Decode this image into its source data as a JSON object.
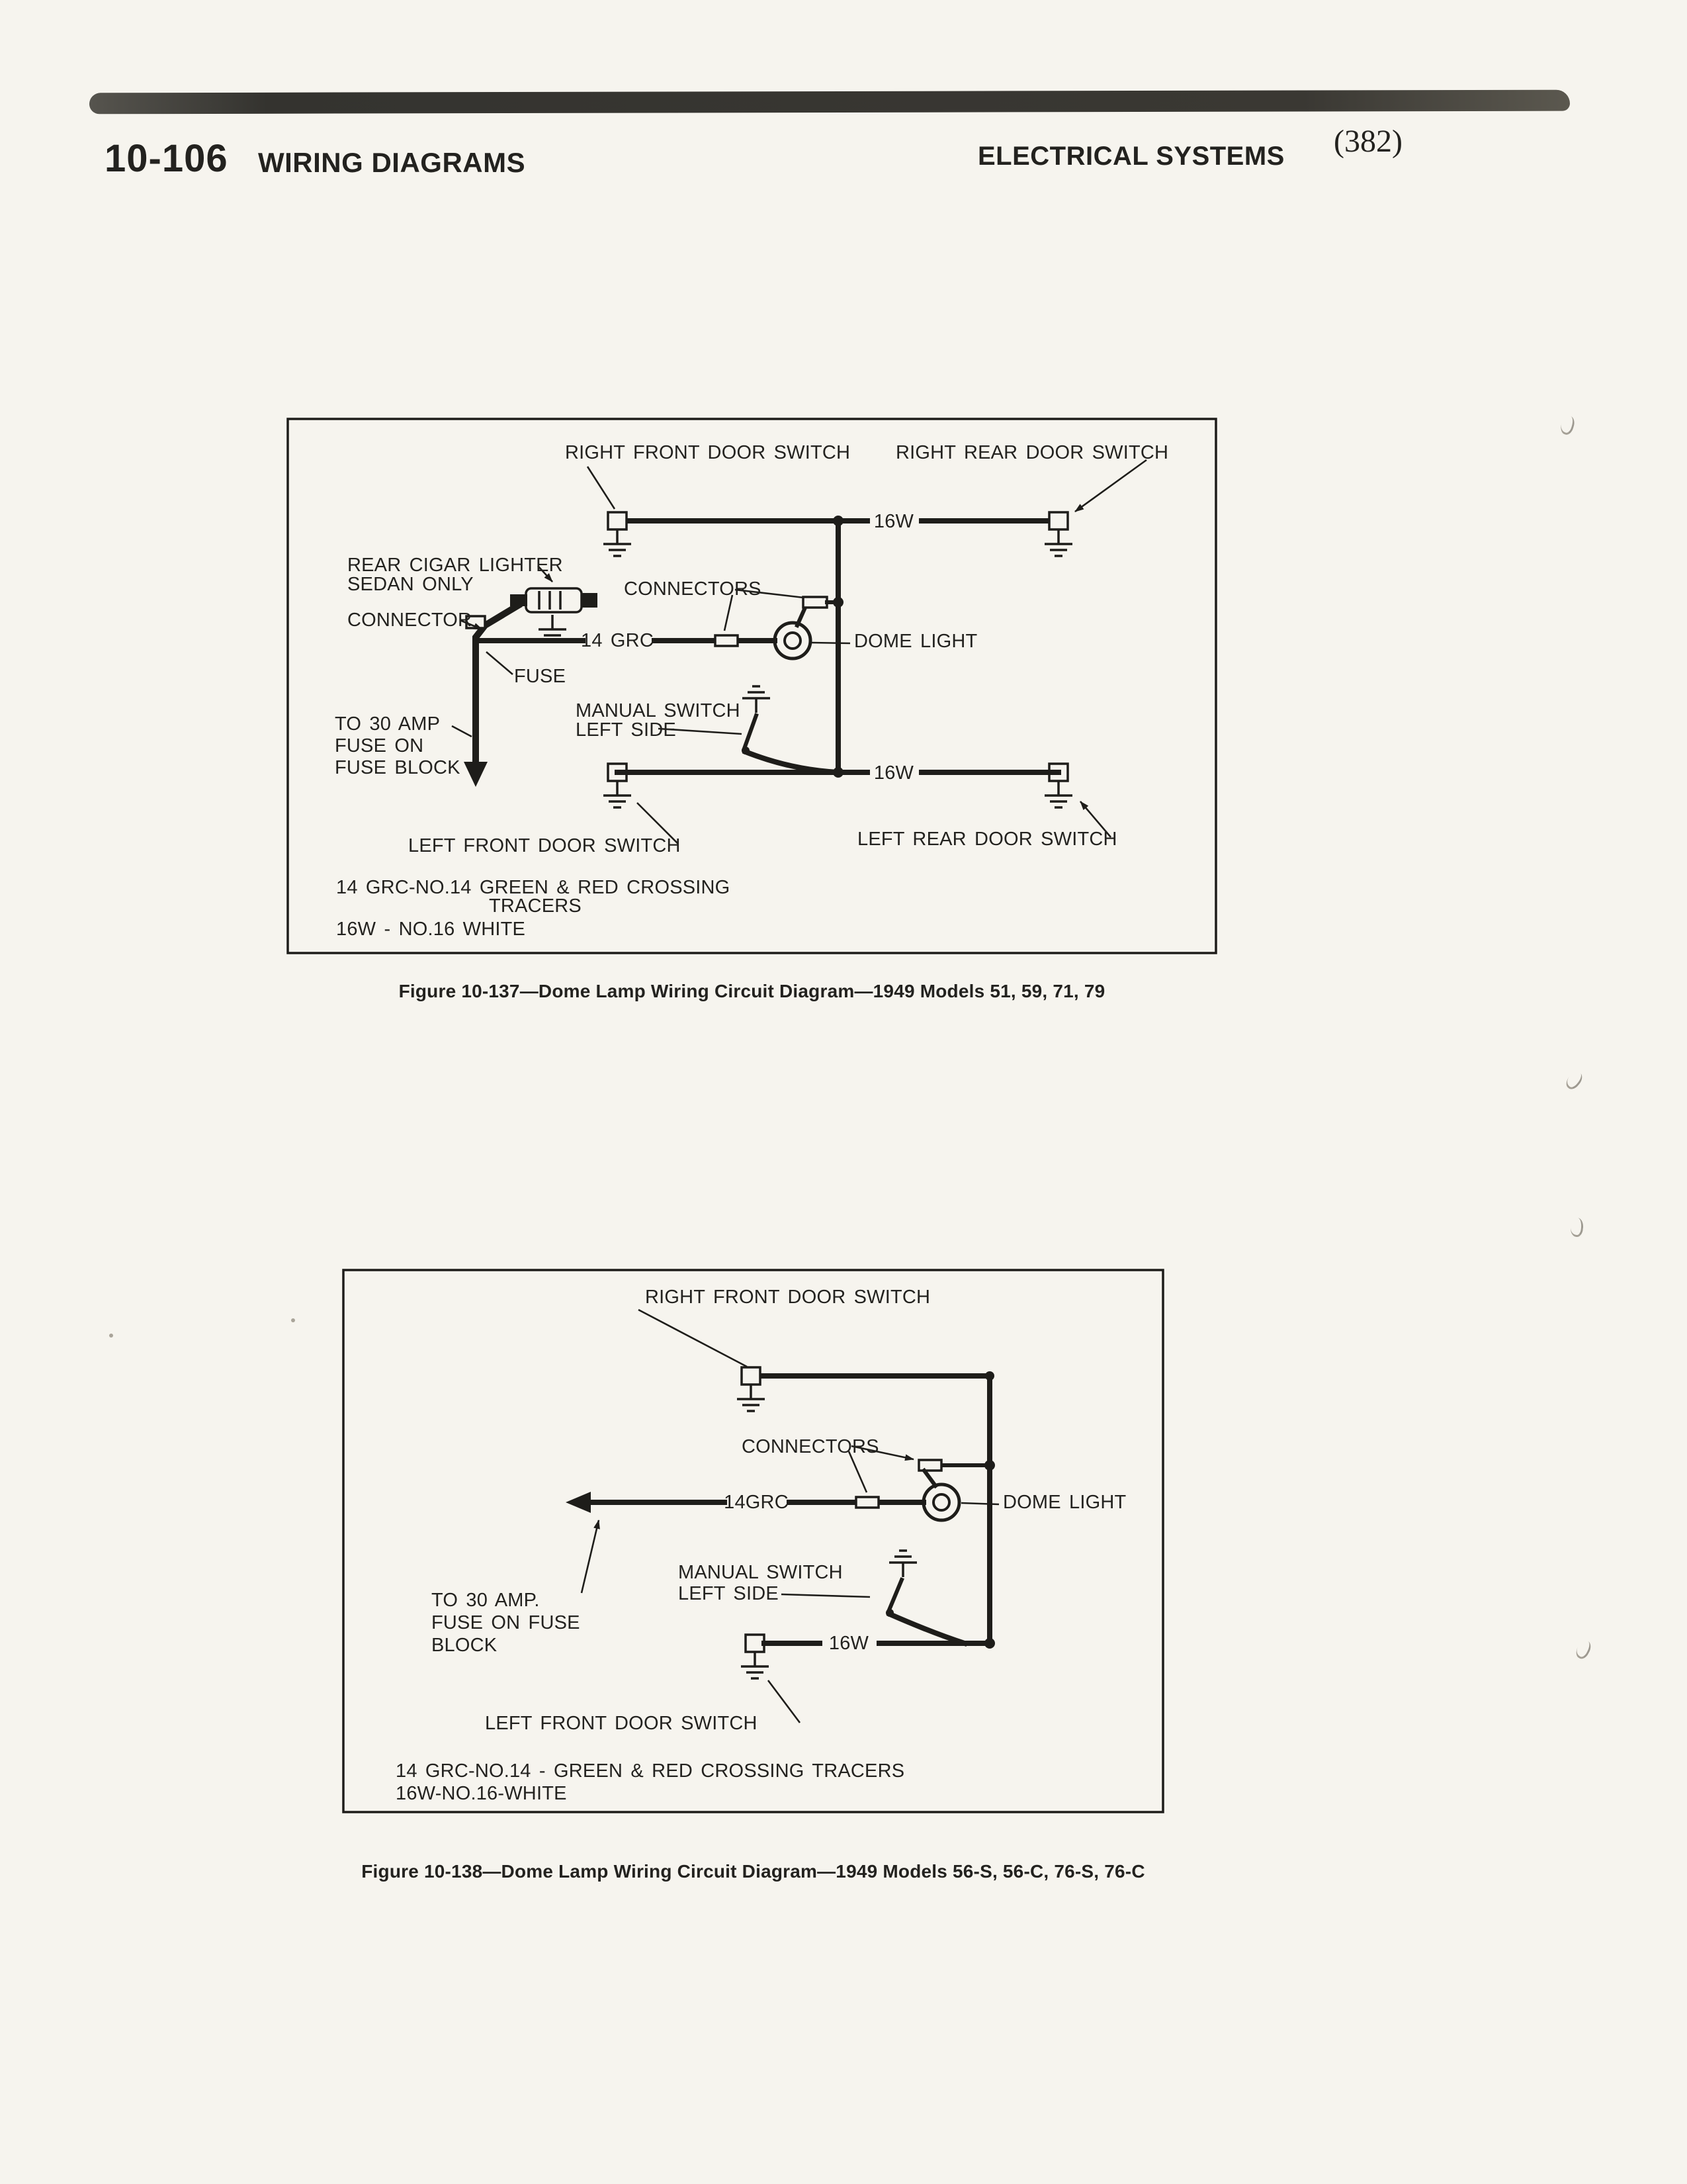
{
  "header": {
    "page_ref": "10-106",
    "section_left": "WIRING DIAGRAMS",
    "section_right": "ELECTRICAL SYSTEMS",
    "page_number": "(382)"
  },
  "figure1": {
    "caption": "Figure 10-137—Dome Lamp Wiring Circuit Diagram—1949 Models 51, 59, 71, 79",
    "labels": {
      "right_front_door_switch": "RIGHT FRONT DOOR SWITCH",
      "right_rear_door_switch": "RIGHT REAR DOOR SWITCH",
      "wire_16w_top": "16W",
      "rear_cigar_lighter_1": "REAR CIGAR LIGHTER",
      "rear_cigar_lighter_2": "SEDAN ONLY",
      "connectors": "CONNECTORS",
      "connector": "CONNECTOR",
      "wire_14grc": "14 GRC",
      "dome_light": "DOME LIGHT",
      "fuse": "FUSE",
      "manual_switch_1": "MANUAL SWITCH",
      "manual_switch_2": "LEFT SIDE",
      "to_fuse_1": "TO 30 AMP",
      "to_fuse_2": "FUSE ON",
      "to_fuse_3": "FUSE BLOCK",
      "wire_16w_bottom": "16W",
      "left_front_door_switch": "LEFT FRONT DOOR SWITCH",
      "left_rear_door_switch": "LEFT REAR DOOR SWITCH",
      "legend_1": "14 GRC-NO.14  GREEN & RED CROSSING",
      "legend_2": "TRACERS",
      "legend_3": "16W - NO.16 WHITE"
    }
  },
  "figure2": {
    "caption": "Figure 10-138—Dome Lamp Wiring Circuit Diagram—1949 Models 56-S, 56-C, 76-S, 76-C",
    "labels": {
      "right_front_door_switch": "RIGHT FRONT DOOR SWITCH",
      "connectors": "CONNECTORS",
      "wire_14grc": "14GRC",
      "dome_light": "DOME LIGHT",
      "manual_switch_1": "MANUAL SWITCH",
      "manual_switch_2": "LEFT SIDE",
      "to_fuse_1": "TO 30 AMP.",
      "to_fuse_2": "FUSE ON FUSE",
      "to_fuse_3": "BLOCK",
      "wire_16w": "16W",
      "left_front_door_switch": "LEFT FRONT DOOR SWITCH",
      "legend_1": "14 GRC-NO.14 - GREEN & RED CROSSING TRACERS",
      "legend_2": "16W-NO.16-WHITE"
    }
  }
}
